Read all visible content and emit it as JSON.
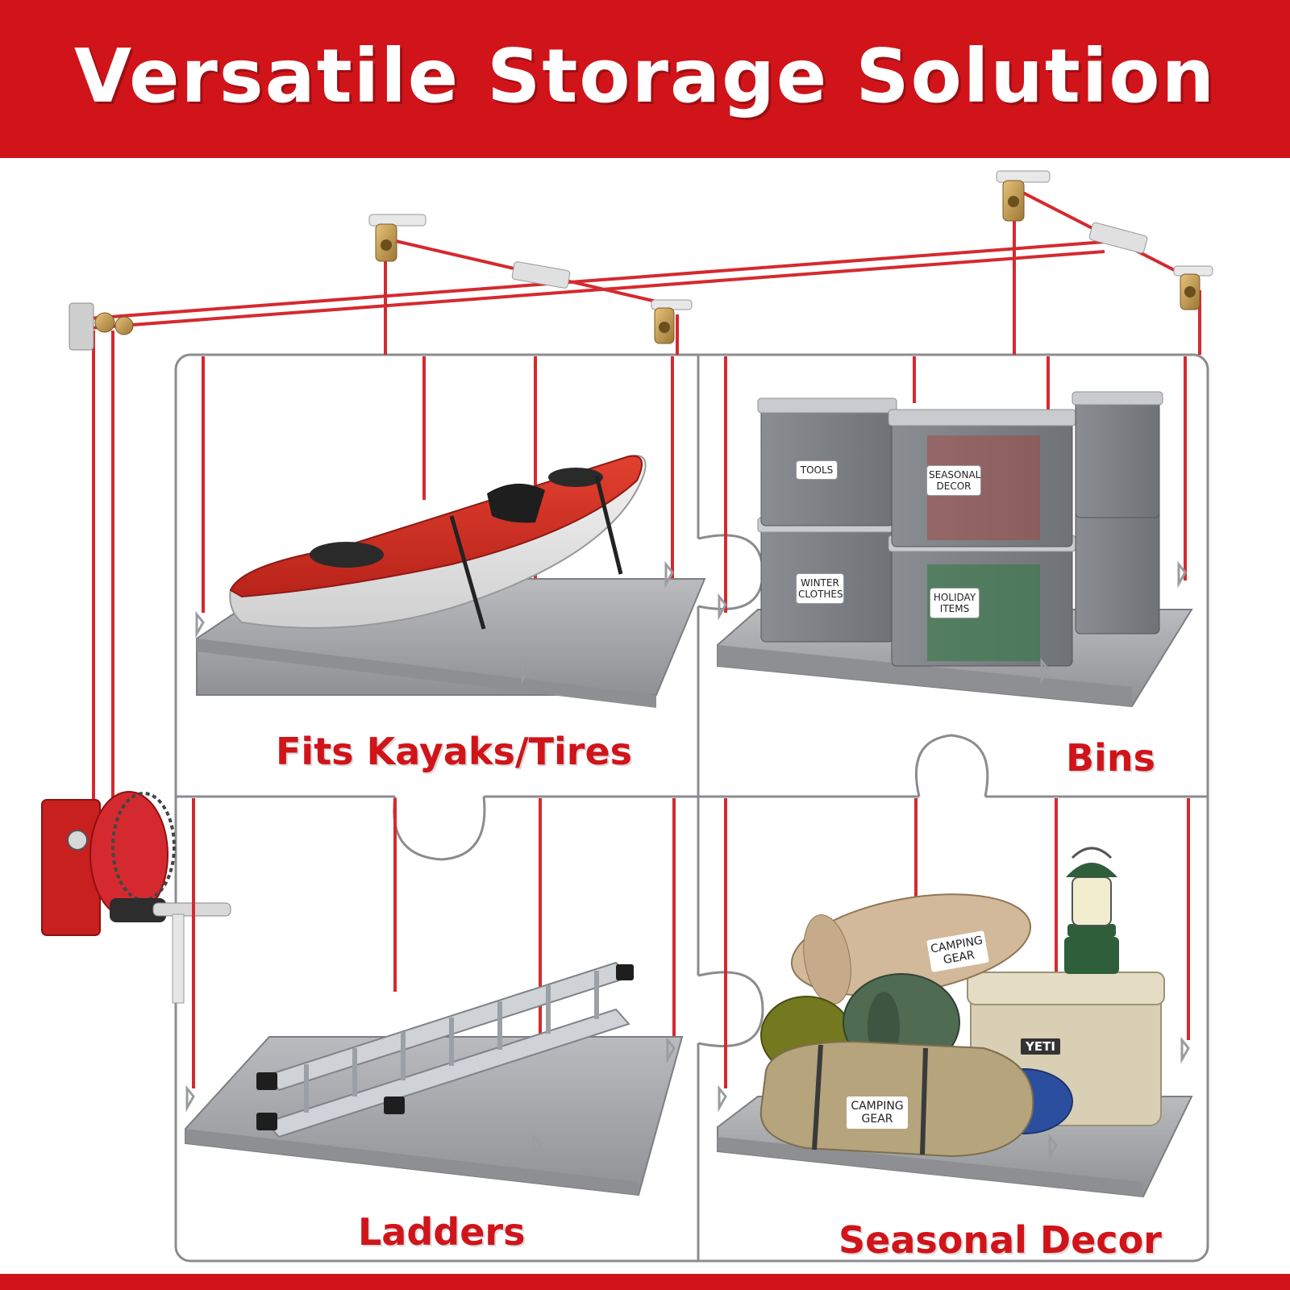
{
  "banner": {
    "title": "Versatile Storage Solution"
  },
  "panels": [
    {
      "label": "Fits Kayaks/Tires"
    },
    {
      "label": "Bins"
    },
    {
      "label": "Ladders"
    },
    {
      "label": "Seasonal Decor"
    }
  ],
  "bins": [
    {
      "label": "TOOLS"
    },
    {
      "label": "SEASONAL DECOR"
    },
    {
      "label": "WINTER CLOTHES"
    },
    {
      "label": "HOLIDAY ITEMS"
    }
  ],
  "camping": {
    "bag_label_top": "CAMPING GEAR",
    "bag_label_bottom": "CAMPING GEAR",
    "cooler_brand": "YETI"
  },
  "colors": {
    "brand_red": "#d0141a",
    "rope_red": "#d42a2f",
    "platform_gray": "#a9abae",
    "bin_gray": "#7d8085"
  }
}
